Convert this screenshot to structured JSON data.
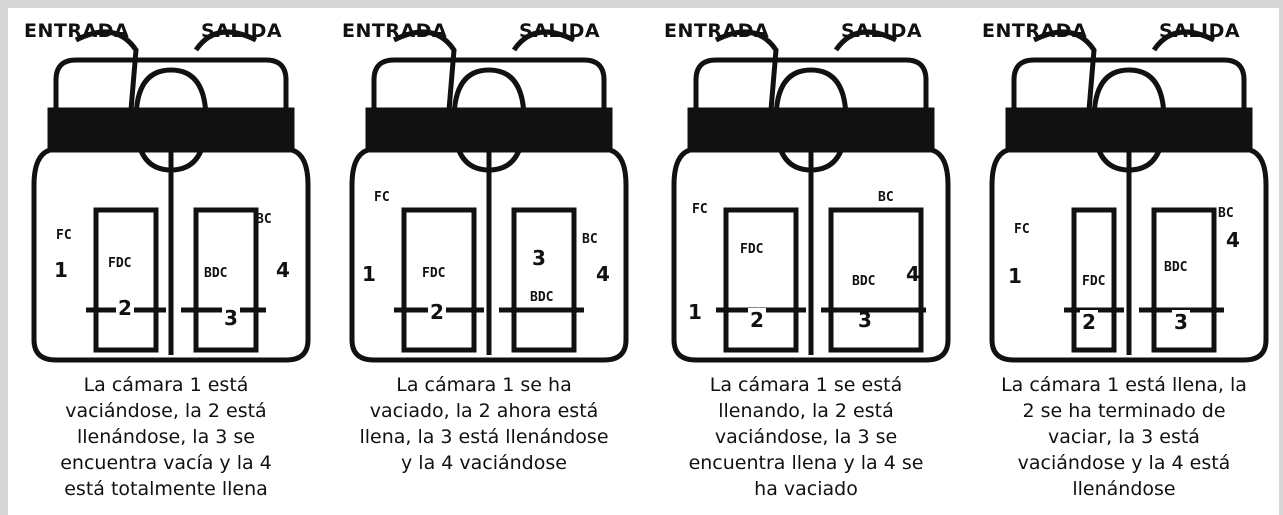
{
  "labels": {
    "entrada": "ENTRADA",
    "salida": "SALIDA",
    "fc": "FC",
    "bc": "BC",
    "fdc": "FDC",
    "bdc": "BDC"
  },
  "panels": [
    {
      "chambers": [
        "1",
        "2",
        "3",
        "4"
      ],
      "caption": [
        "La cámara 1 está",
        "vaciándose, la 2 está",
        "llenándose, la 3 se",
        "encuentra vacía y la 4",
        "está  totalmente llena"
      ]
    },
    {
      "chambers": [
        "1",
        "2",
        "3",
        "4"
      ],
      "caption": [
        "La cámara 1 se ha",
        "vaciado, la 2 ahora está",
        "llena, la 3 está llenándose",
        "y la 4 vaciándose"
      ]
    },
    {
      "chambers": [
        "1",
        "2",
        "3",
        "4"
      ],
      "caption": [
        "La cámara 1 se está",
        "llenando, la 2 está",
        "vaciándose, la 3 se",
        "encuentra llena y la 4 se",
        "ha vaciado"
      ]
    },
    {
      "chambers": [
        "1",
        "2",
        "3",
        "4"
      ],
      "caption": [
        "La cámara 1 está llena, la",
        "2 se ha terminado de",
        "vaciar, la 3 está",
        "vaciándose y la 4 está",
        "llenándose"
      ]
    }
  ]
}
